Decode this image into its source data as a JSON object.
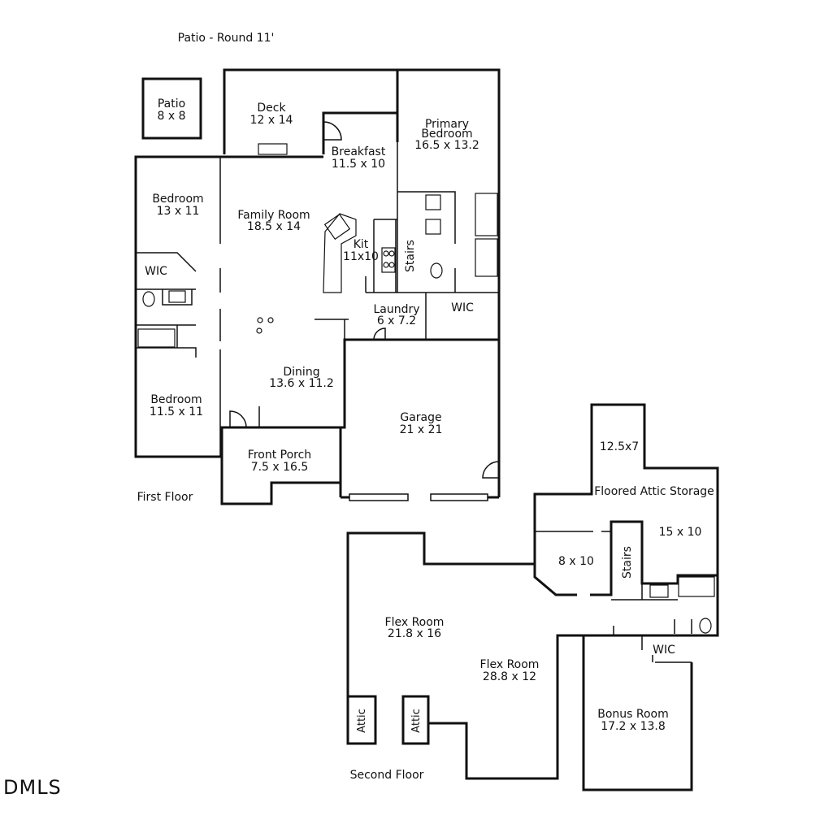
{
  "labels": {
    "patio_note": "Patio - Round 11'",
    "first_floor": "First Floor",
    "second_floor": "Second Floor",
    "watermark": "DMLS"
  },
  "rooms": {
    "patio": {
      "name": "Patio",
      "size": "8 x 8"
    },
    "deck": {
      "name": "Deck",
      "size": "12 x 14"
    },
    "breakfast": {
      "name": "Breakfast",
      "size": "11.5 x 10"
    },
    "primary_bedroom": {
      "name1": "Primary",
      "name2": "Bedroom",
      "size": "16.5 x 13.2"
    },
    "bedroom_1": {
      "name": "Bedroom",
      "size": "13 x 11"
    },
    "family_room": {
      "name": "Family Room",
      "size": "18.5 x 14"
    },
    "kitchen": {
      "name": "Kit",
      "size": "11x10"
    },
    "stairs_1": {
      "name": "Stairs"
    },
    "wic_1": {
      "name": "WIC"
    },
    "wic_primary": {
      "name": "WIC"
    },
    "laundry": {
      "name": "Laundry",
      "size": "6 x 7.2"
    },
    "dining": {
      "name": "Dining",
      "size": "13.6 x 11.2"
    },
    "bedroom_2": {
      "name": "Bedroom",
      "size": "11.5 x 11"
    },
    "garage": {
      "name": "Garage",
      "size": "21 x 21"
    },
    "front_porch": {
      "name": "Front Porch",
      "size": "7.5 x 16.5"
    },
    "attic_small": {
      "size": "12.5x7"
    },
    "floored_attic": {
      "name": "Floored Attic Storage"
    },
    "attic_15x10": {
      "size": "15 x 10"
    },
    "attic_8x10": {
      "size": "8 x 10"
    },
    "stairs_2": {
      "name": "Stairs"
    },
    "flex_room_1": {
      "name": "Flex Room",
      "size": "21.8 x 16"
    },
    "flex_room_2": {
      "name": "Flex Room",
      "size": "28.8 x 12"
    },
    "wic_2": {
      "name": "WIC"
    },
    "bonus_room": {
      "name": "Bonus Room",
      "size": "17.2 x 13.8"
    },
    "attic_a": {
      "name": "Attic"
    },
    "attic_b": {
      "name": "Attic"
    }
  }
}
